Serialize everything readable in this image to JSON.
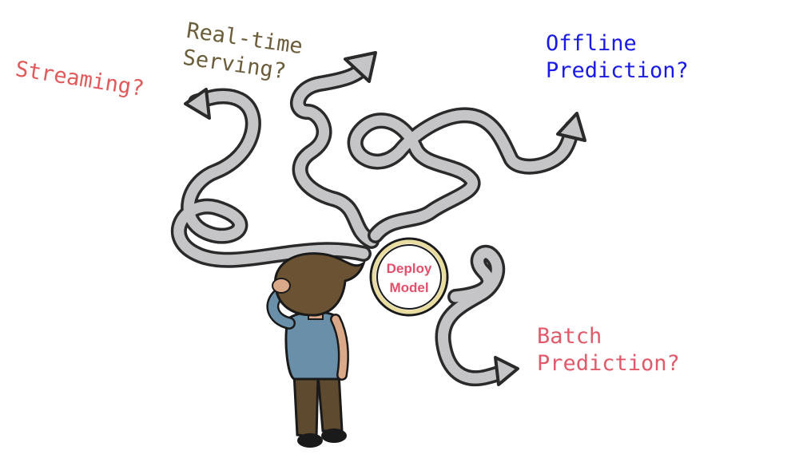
{
  "labels": {
    "streaming": "Streaming?",
    "realtime_line1": "Real-time",
    "realtime_line2": "Serving?",
    "offline_line1": "Offline",
    "offline_line2": "Prediction?",
    "batch_line1": "Batch",
    "batch_line2": "Prediction?"
  },
  "center": {
    "line1": "Deploy",
    "line2": "Model"
  },
  "colors": {
    "streaming": "#e05a5a",
    "realtime": "#6b5d3a",
    "offline": "#1a1ae6",
    "batch": "#e05a6a",
    "model_text": "#e0506a",
    "path_fill": "#c5c5c8",
    "path_outline": "#2a2a2a",
    "circle_ring": "#e8dca0"
  }
}
